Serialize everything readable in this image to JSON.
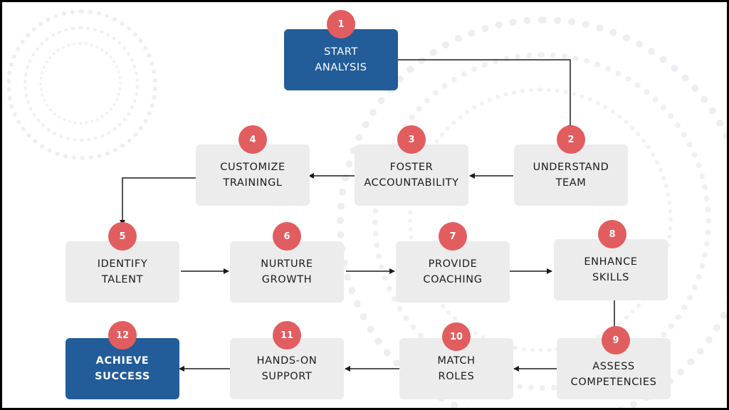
{
  "colors": {
    "box_grey": "#ececec",
    "box_blue": "#225c99",
    "badge_red": "#e25d5f",
    "arrow": "#1b1b1b",
    "frame": "#000000"
  },
  "steps": [
    {
      "number": "1",
      "label": "START\nANALYSIS"
    },
    {
      "number": "2",
      "label": "UNDERSTAND\nTEAM"
    },
    {
      "number": "3",
      "label": "FOSTER\nACCOUNTABILITY"
    },
    {
      "number": "4",
      "label": "CUSTOMIZE\nTRAININGL"
    },
    {
      "number": "5",
      "label": "IDENTIFY\nTALENT"
    },
    {
      "number": "6",
      "label": "NURTURE\nGROWTH"
    },
    {
      "number": "7",
      "label": "PROVIDE\nCOACHING"
    },
    {
      "number": "8",
      "label": "ENHANCE\nSKILLS"
    },
    {
      "number": "9",
      "label": "ASSESS\nCOMPETENCIES"
    },
    {
      "number": "10",
      "label": "MATCH\nROLES"
    },
    {
      "number": "11",
      "label": "HANDS-ON\nSUPPORT"
    },
    {
      "number": "12",
      "label": "ACHIEVE\nSUCCESS"
    }
  ]
}
